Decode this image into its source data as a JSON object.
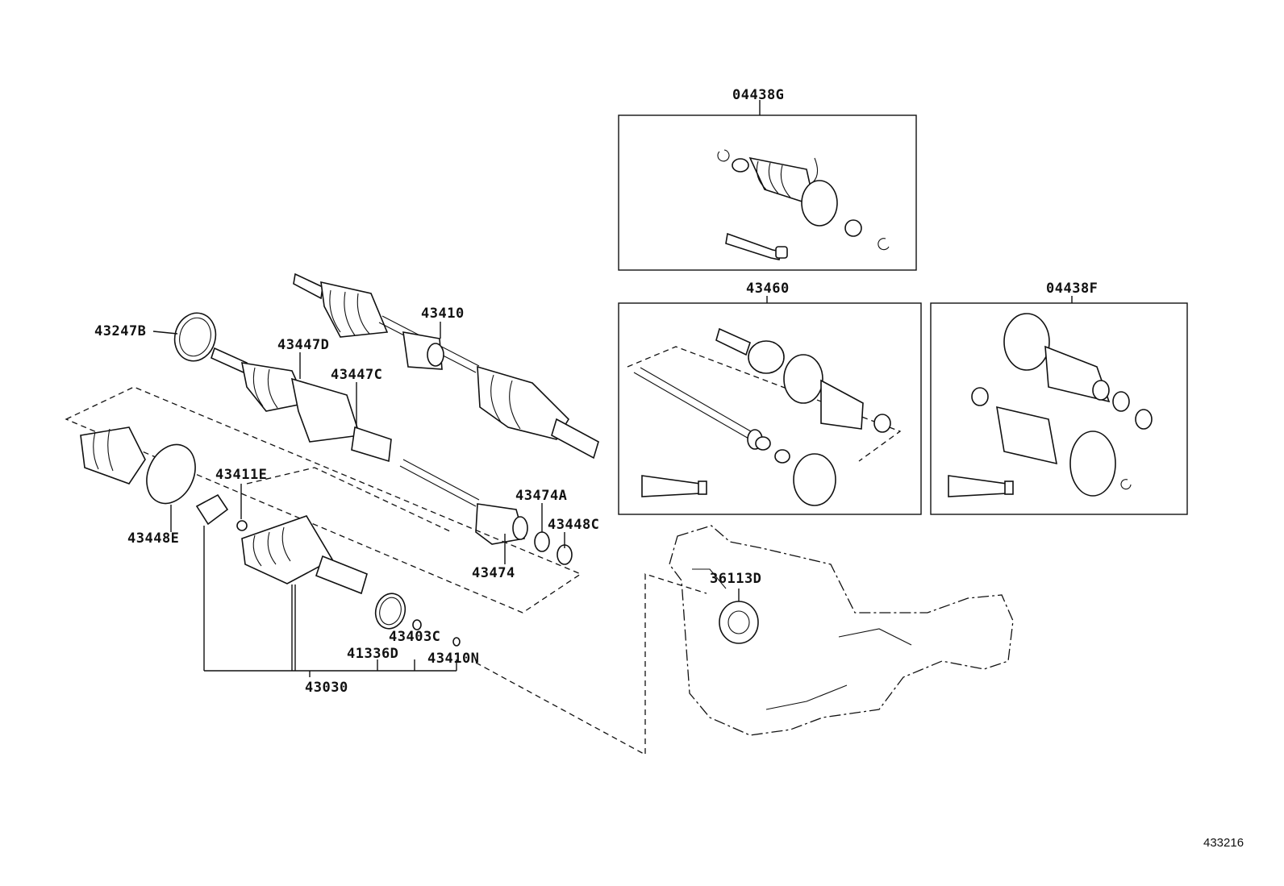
{
  "labels": {
    "p04438G": "04438G",
    "p43460": "43460",
    "p04438F": "04438F",
    "p43410": "43410",
    "p43247B": "43247B",
    "p43447D": "43447D",
    "p43447C": "43447C",
    "p43411E": "43411E",
    "p43474A": "43474A",
    "p43448C": "43448C",
    "p43474": "43474",
    "p43448E": "43448E",
    "p43403C": "43403C",
    "p41336D": "41336D",
    "p43410N": "43410N",
    "p43030": "43030",
    "p36113D": "36113D"
  },
  "figure_number": "433216"
}
